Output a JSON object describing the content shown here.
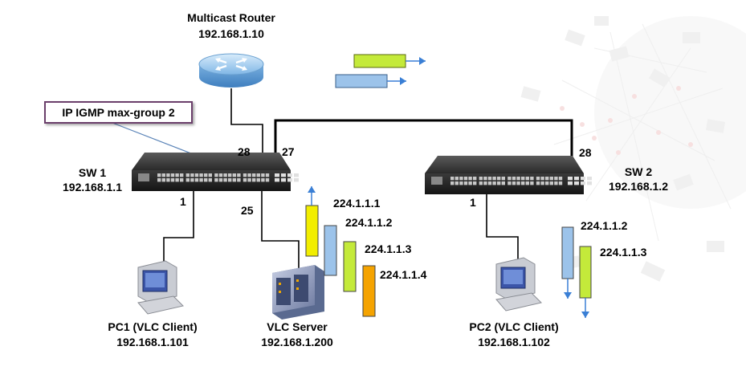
{
  "router": {
    "name": "Multicast Router",
    "ip": "192.168.1.10"
  },
  "callout": {
    "text": "IP IGMP max-group 2"
  },
  "sw1": {
    "name": "SW 1",
    "ip": "192.168.1.1",
    "ports": {
      "p28": "28",
      "p27": "27",
      "p25": "25",
      "p1": "1"
    }
  },
  "sw2": {
    "name": "SW 2",
    "ip": "192.168.1.2",
    "ports": {
      "p28": "28",
      "p1": "1"
    }
  },
  "pc1": {
    "name": "PC1 (VLC Client)",
    "ip": "192.168.1.101"
  },
  "server": {
    "name": "VLC Server",
    "ip": "192.168.1.200"
  },
  "pc2": {
    "name": "PC2 (VLC Client)",
    "ip": "192.168.1.102"
  },
  "server_streams": [
    "224.1.1.1",
    "224.1.1.2",
    "224.1.1.3",
    "224.1.1.4"
  ],
  "pc2_streams": [
    "224.1.1.2",
    "224.1.1.3"
  ],
  "colors": {
    "yellow": "#f2ee00",
    "blue": "#9cc3ea",
    "green": "#c4ea3a",
    "orange": "#f5a300",
    "arrow": "#3a7fd5",
    "link": "#000000"
  }
}
